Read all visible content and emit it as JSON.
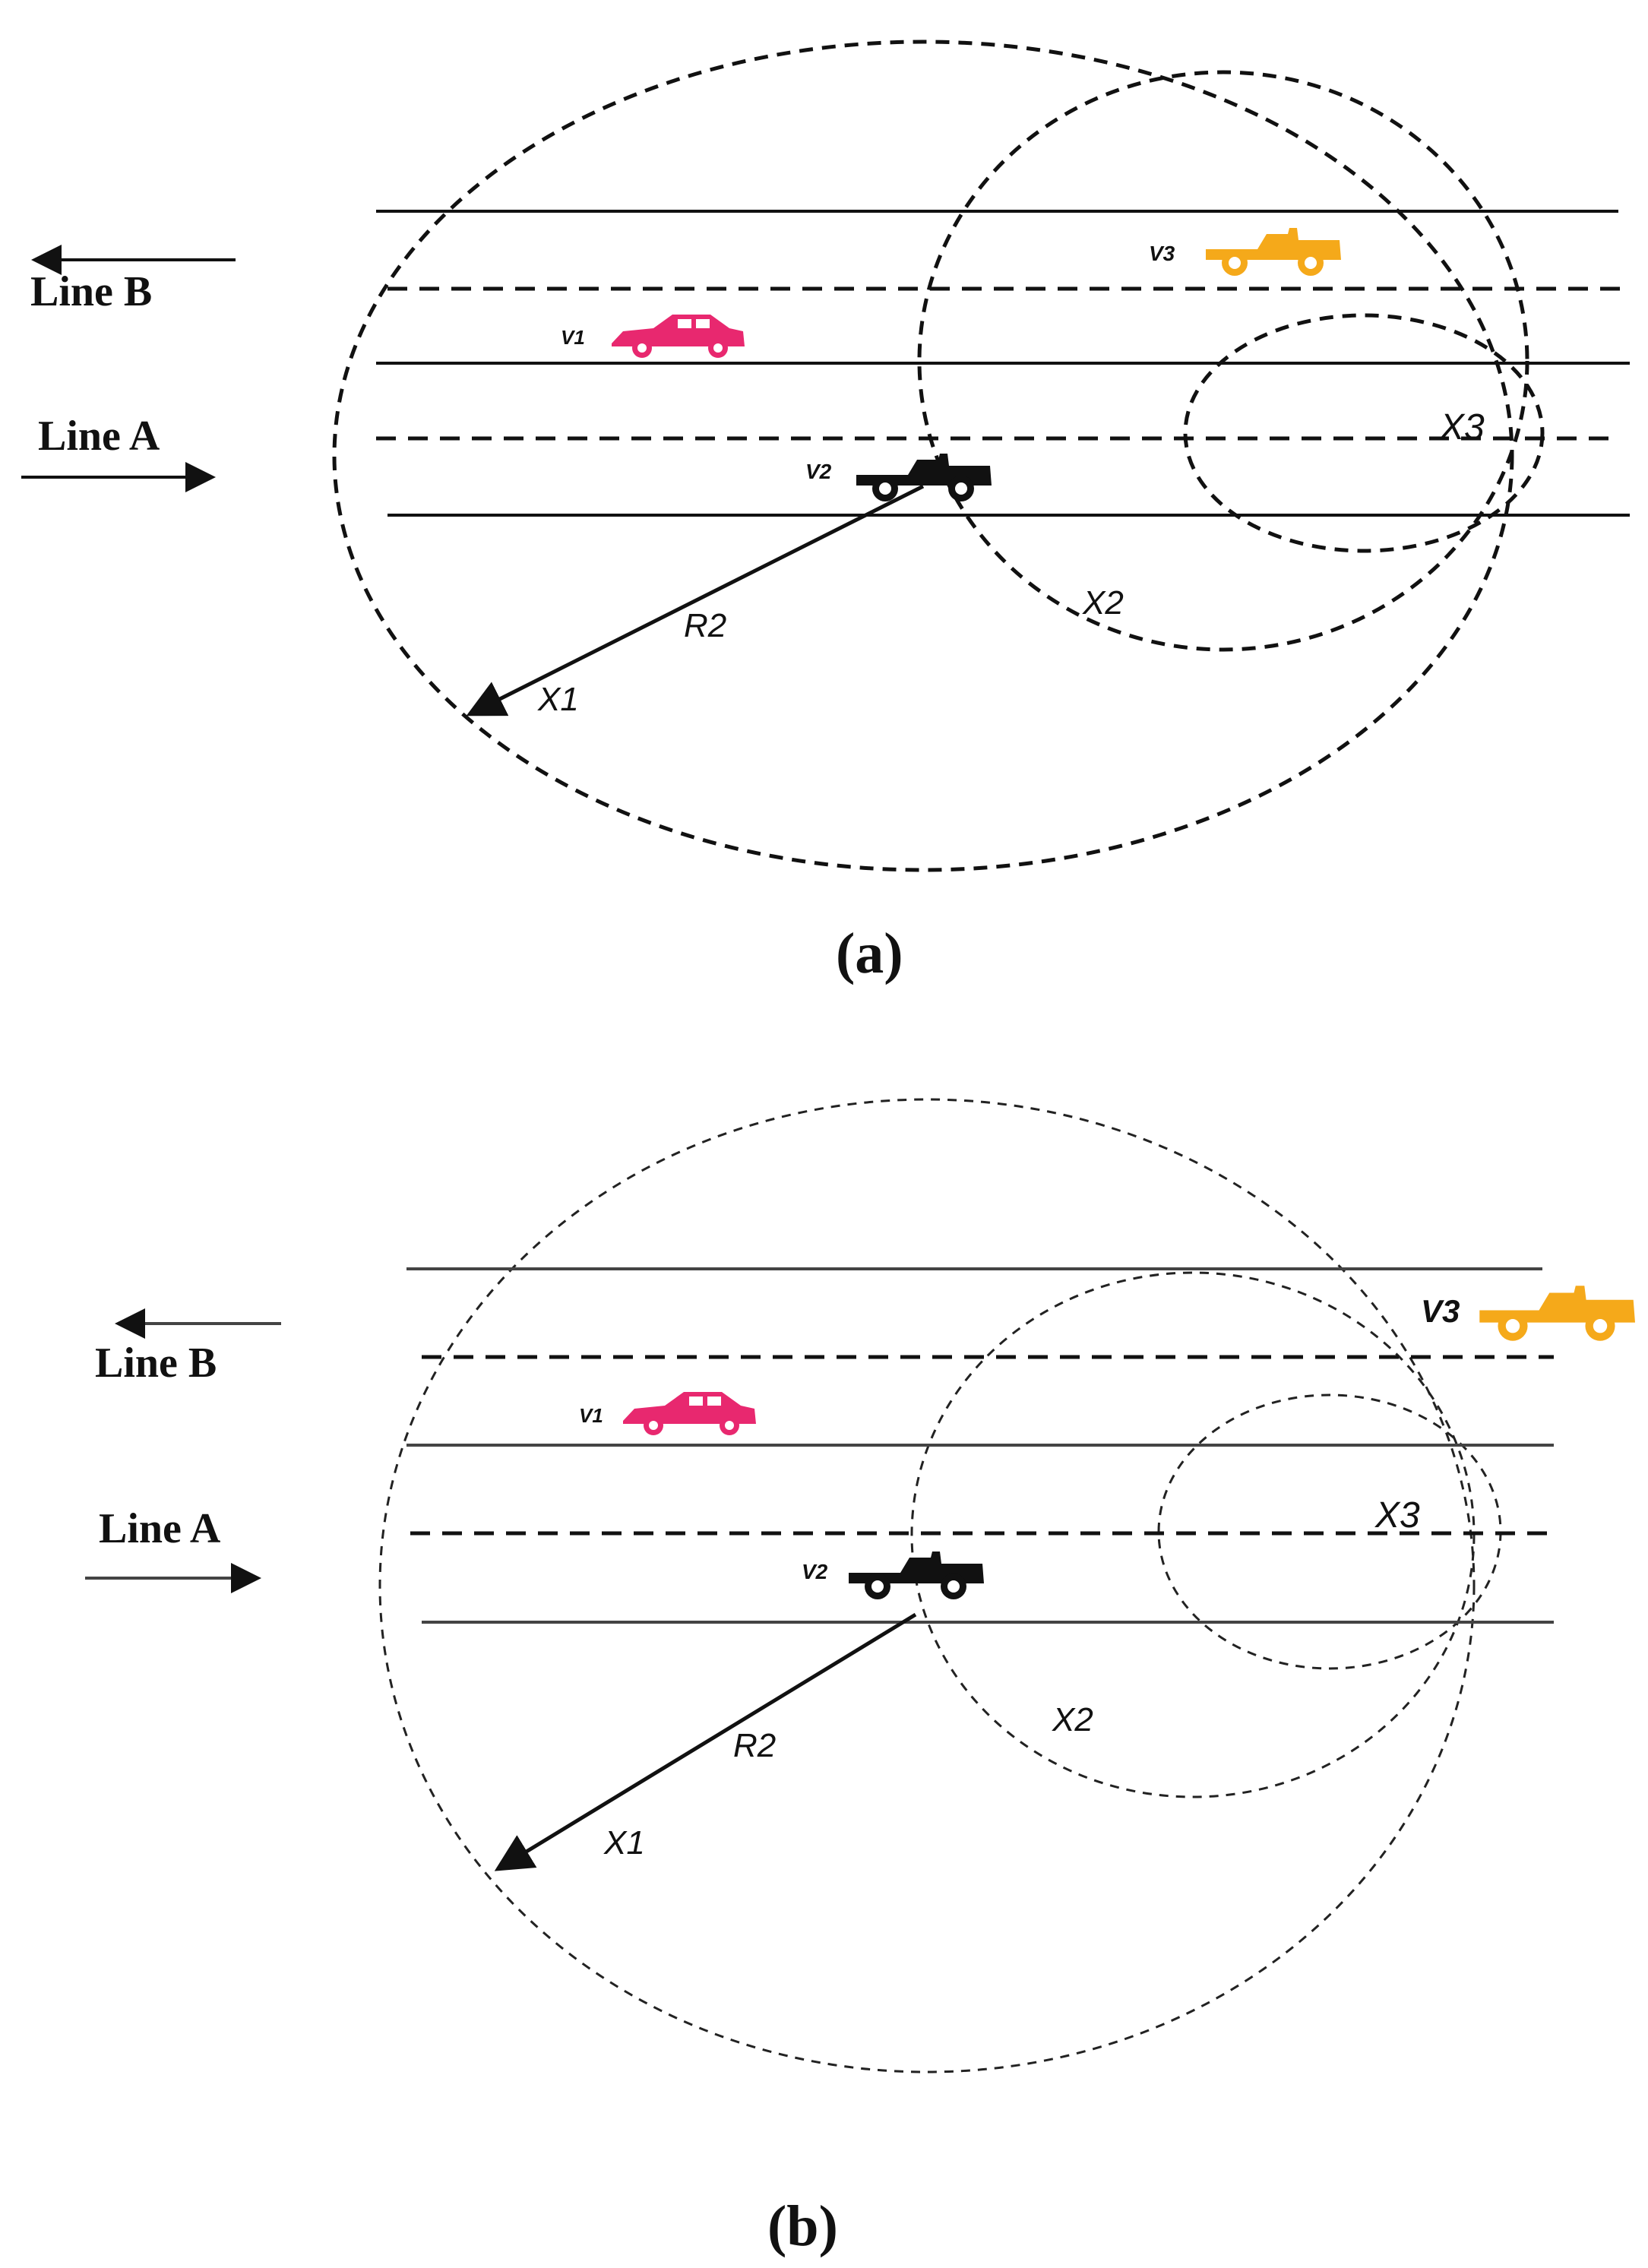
{
  "colors": {
    "v1": "#e8286f",
    "v2": "#111111",
    "v3": "#f5a91a",
    "line": "#111111"
  },
  "panels": [
    {
      "caption": "(a)",
      "lane_b_label": "Line B",
      "lane_a_label": "Line A",
      "v1_label": "V1",
      "v2_label": "V2",
      "v3_label": "V3",
      "r2_label": "R2",
      "x1_label": "X1",
      "x2_label": "X2",
      "x3_label": "X3"
    },
    {
      "caption": "(b)",
      "lane_b_label": "Line B",
      "lane_a_label": "Line A",
      "v1_label": "V1",
      "v2_label": "V2",
      "v3_label": "V3",
      "r2_label": "R2",
      "x1_label": "X1",
      "x2_label": "X2",
      "x3_label": "X3"
    }
  ]
}
